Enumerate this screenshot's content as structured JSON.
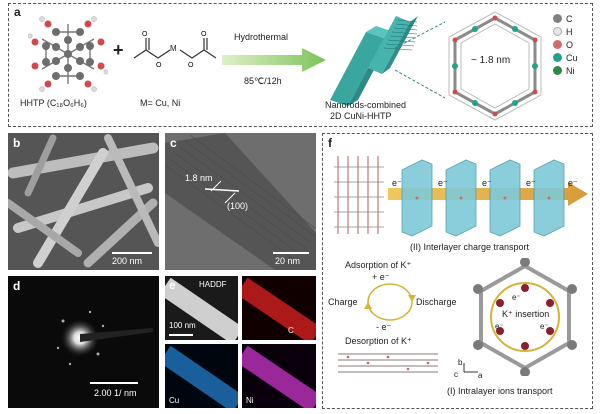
{
  "panels": {
    "a": "a",
    "b": "b",
    "c": "c",
    "d": "d",
    "e": "e",
    "f": "f"
  },
  "panel_a": {
    "hhtp_label": "HHTP (C₁₈O₆H₆)",
    "plus": "+",
    "m_label": "M",
    "m_eq": "M= Cu, Ni",
    "arrow_top": "Hydrothermal",
    "arrow_bottom": "85℃/12h",
    "product_line1": "Nanorods-combined",
    "product_line2": "2D CuNi-HHTP",
    "pore_size": "~ 1.8 nm",
    "legend": [
      {
        "label": "C",
        "color": "#808080"
      },
      {
        "label": "H",
        "color": "#e8e8e8"
      },
      {
        "label": "O",
        "color": "#d36a6a"
      },
      {
        "label": "Cu",
        "color": "#1fa38d"
      },
      {
        "label": "Ni",
        "color": "#2a8a4a"
      }
    ]
  },
  "panel_b": {
    "scale": "200 nm"
  },
  "panel_c": {
    "spacing": "1.8 nm",
    "plane": "(100)",
    "scale": "20 nm"
  },
  "panel_d": {
    "scale": "2.00 1/ nm"
  },
  "panel_e": {
    "haddf": "HADDF",
    "scale": "100 nm",
    "c": "C",
    "cu": "Cu",
    "ni": "Ni"
  },
  "panel_f": {
    "electron": "e⁻",
    "interlayer": "(II) Interlayer charge transport",
    "adsorption": "Adsorption of K⁺",
    "plus_e": "+ e⁻",
    "charge": "Charge",
    "discharge": "Discharge",
    "minus_e": "- e⁻",
    "desorption": "Desorption of K⁺",
    "k_insertion": "K⁺ insertion",
    "intralayer": "(I) Intralayer ions transport",
    "axis_b": "b",
    "axis_c": "c",
    "axis_a": "a"
  }
}
